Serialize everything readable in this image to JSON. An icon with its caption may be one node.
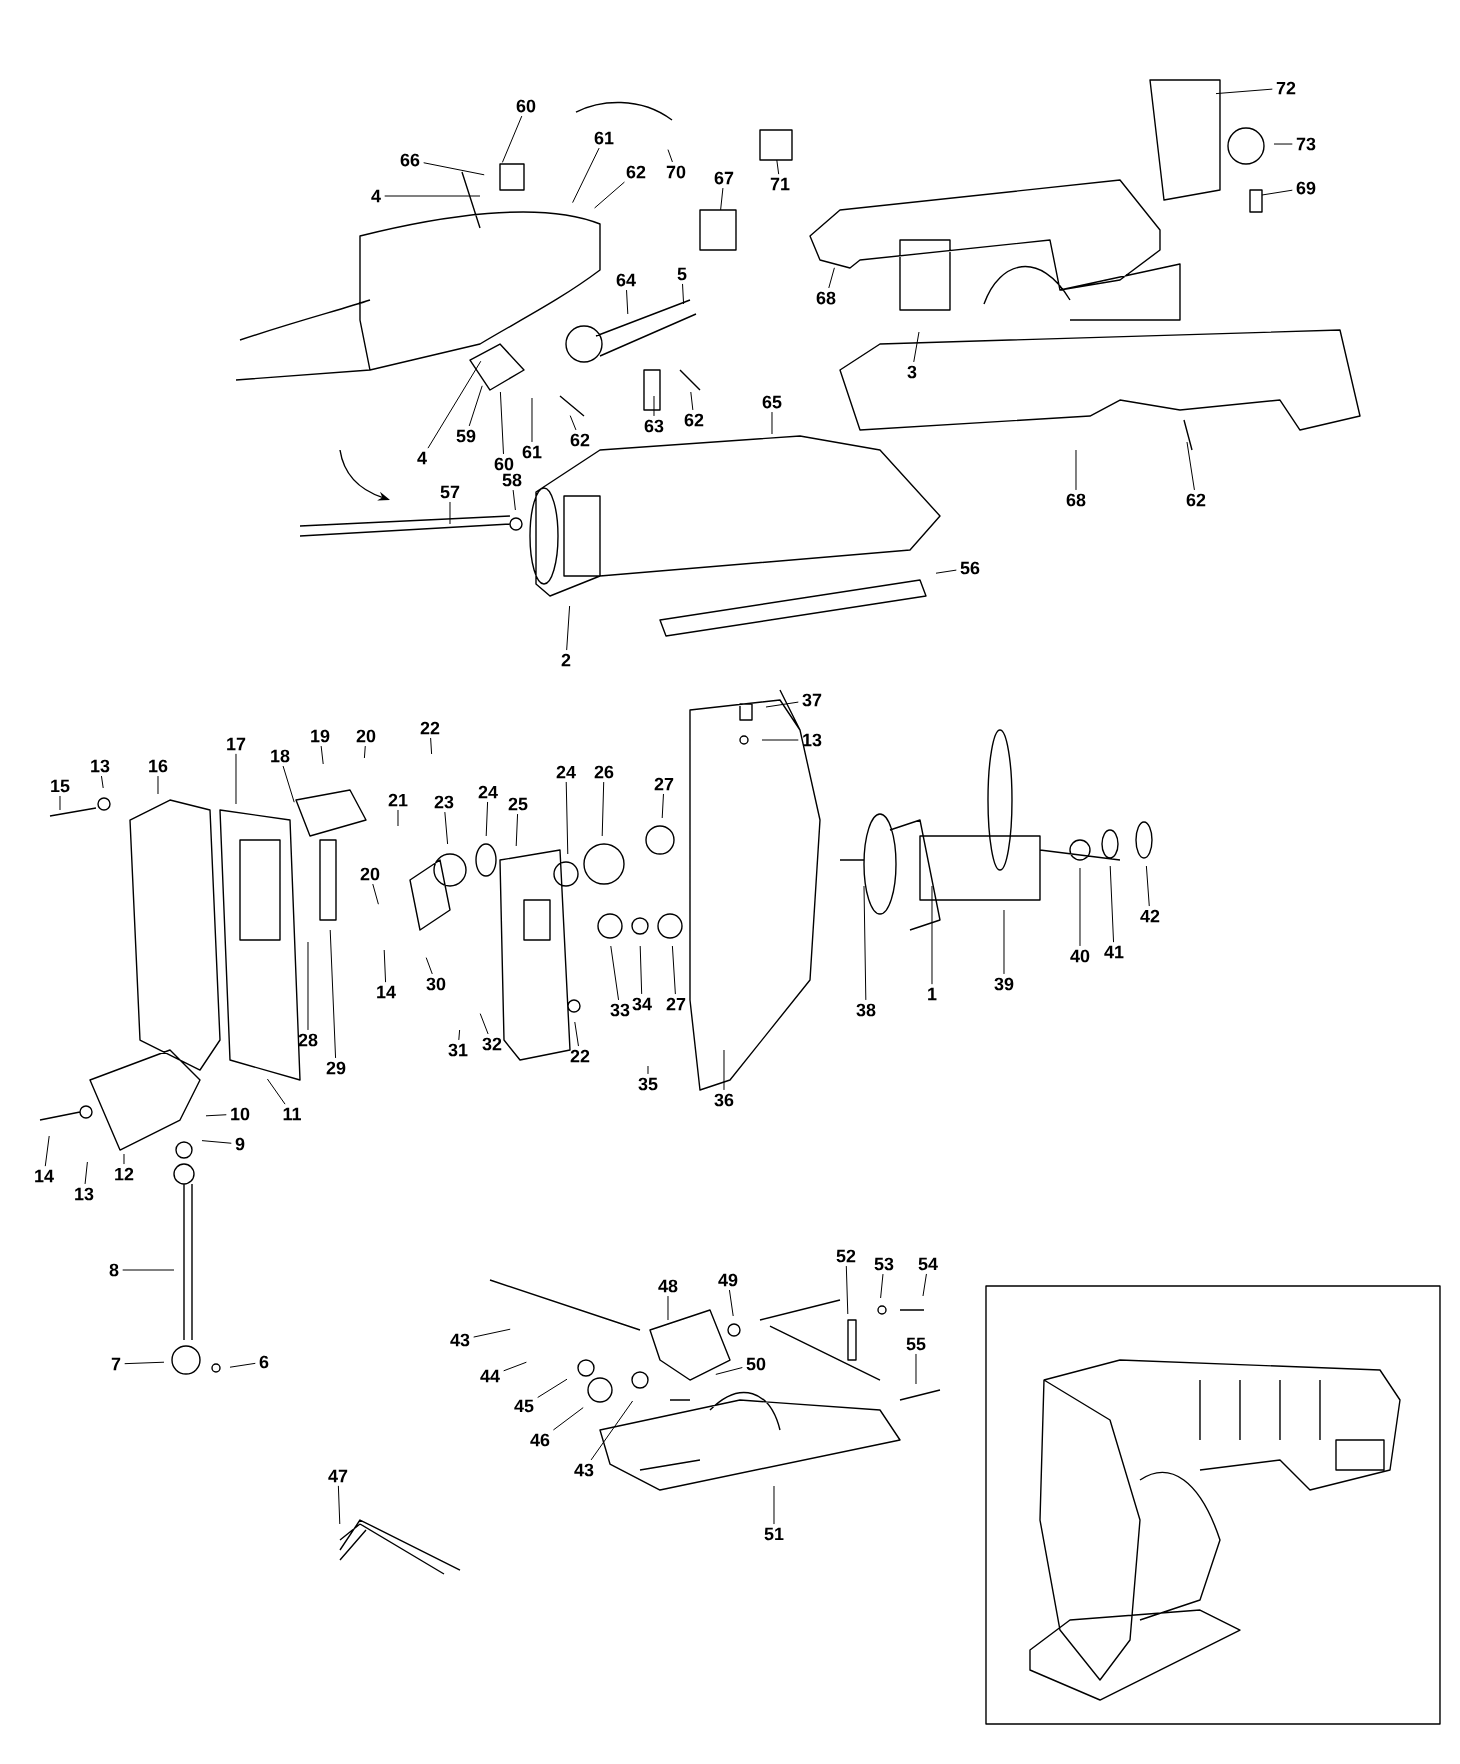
{
  "diagram": {
    "nodes": [
      {
        "text": [
          "60"
        ]
      },
      {
        "text": [
          "66"
        ]
      },
      {
        "text": [
          "4"
        ]
      },
      {
        "text": [
          "61"
        ]
      },
      {
        "text": [
          "62"
        ]
      },
      {
        "text": [
          "70"
        ]
      },
      {
        "text": [
          "67"
        ]
      },
      {
        "text": [
          "71"
        ]
      },
      {
        "text": [
          "68"
        ]
      },
      {
        "text": [
          "64"
        ]
      },
      {
        "text": [
          "5"
        ]
      },
      {
        "text": [
          "3"
        ]
      },
      {
        "text": [
          "72"
        ]
      },
      {
        "text": [
          "73"
        ]
      },
      {
        "text": [
          "69"
        ]
      },
      {
        "text": [
          "4"
        ]
      },
      {
        "text": [
          "59"
        ]
      },
      {
        "text": [
          "60"
        ]
      },
      {
        "text": [
          "61"
        ]
      },
      {
        "text": [
          "62"
        ]
      },
      {
        "text": [
          "63"
        ]
      },
      {
        "text": [
          "62"
        ]
      },
      {
        "text": [
          "65"
        ]
      },
      {
        "text": [
          "57"
        ]
      },
      {
        "text": [
          "58"
        ]
      },
      {
        "text": [
          "2"
        ]
      },
      {
        "text": [
          "56"
        ]
      },
      {
        "text": [
          "68"
        ]
      },
      {
        "text": [
          "62"
        ]
      },
      {
        "text": [
          "15"
        ]
      },
      {
        "text": [
          "13"
        ]
      },
      {
        "text": [
          "16"
        ]
      },
      {
        "text": [
          "17"
        ]
      },
      {
        "text": [
          "18"
        ]
      },
      {
        "text": [
          "19"
        ]
      },
      {
        "text": [
          "20"
        ]
      },
      {
        "text": [
          "21"
        ]
      },
      {
        "text": [
          "22"
        ]
      },
      {
        "text": [
          "23"
        ]
      },
      {
        "text": [
          "24"
        ]
      },
      {
        "text": [
          "25"
        ]
      },
      {
        "text": [
          "24"
        ]
      },
      {
        "text": [
          "26"
        ]
      },
      {
        "text": [
          "27"
        ]
      },
      {
        "text": [
          "37"
        ]
      },
      {
        "text": [
          "13"
        ]
      },
      {
        "text": [
          "20"
        ]
      },
      {
        "text": [
          "14"
        ]
      },
      {
        "text": [
          "30"
        ]
      },
      {
        "text": [
          "28"
        ]
      },
      {
        "text": [
          "29"
        ]
      },
      {
        "text": [
          "31"
        ]
      },
      {
        "text": [
          "32"
        ]
      },
      {
        "text": [
          "22"
        ]
      },
      {
        "text": [
          "33"
        ]
      },
      {
        "text": [
          "34"
        ]
      },
      {
        "text": [
          "27"
        ]
      },
      {
        "text": [
          "35"
        ]
      },
      {
        "text": [
          "36"
        ]
      },
      {
        "text": [
          "38"
        ]
      },
      {
        "text": [
          "1"
        ]
      },
      {
        "text": [
          "39"
        ]
      },
      {
        "text": [
          "40"
        ]
      },
      {
        "text": [
          "41"
        ]
      },
      {
        "text": [
          "42"
        ]
      },
      {
        "text": [
          "10"
        ]
      },
      {
        "text": [
          "11"
        ]
      },
      {
        "text": [
          "9"
        ]
      },
      {
        "text": [
          "14"
        ]
      },
      {
        "text": [
          "13"
        ]
      },
      {
        "text": [
          "12"
        ]
      },
      {
        "text": [
          "8"
        ]
      },
      {
        "text": [
          "7"
        ]
      },
      {
        "text": [
          "6"
        ]
      },
      {
        "text": [
          "43"
        ]
      },
      {
        "text": [
          "44"
        ]
      },
      {
        "text": [
          "45"
        ]
      },
      {
        "text": [
          "46"
        ]
      },
      {
        "text": [
          "43"
        ]
      },
      {
        "text": [
          "48"
        ]
      },
      {
        "text": [
          "49"
        ]
      },
      {
        "text": [
          "50"
        ]
      },
      {
        "text": [
          "52"
        ]
      },
      {
        "text": [
          "53"
        ]
      },
      {
        "text": [
          "54"
        ]
      },
      {
        "text": [
          "55"
        ]
      },
      {
        "text": [
          "51"
        ]
      },
      {
        "text": [
          "47"
        ]
      }
    ],
    "edges": [
      {
        "from": 0,
        "to": null,
        "arrow": "none"
      },
      {
        "from": 1,
        "to": null,
        "arrow": "none"
      },
      {
        "from": 2,
        "to": null,
        "arrow": "none"
      },
      {
        "from": 3,
        "to": null,
        "arrow": "none"
      },
      {
        "from": 4,
        "to": null,
        "arrow": "none"
      },
      {
        "from": 5,
        "to": null,
        "arrow": "none"
      },
      {
        "from": 6,
        "to": null,
        "arrow": "none"
      },
      {
        "from": 7,
        "to": null,
        "arrow": "none"
      },
      {
        "from": 8,
        "to": null,
        "arrow": "none"
      },
      {
        "from": 9,
        "to": null,
        "arrow": "none"
      },
      {
        "from": 10,
        "to": null,
        "arrow": "none"
      },
      {
        "from": 11,
        "to": null,
        "arrow": "none"
      },
      {
        "from": 12,
        "to": null,
        "arrow": "none"
      },
      {
        "from": 13,
        "to": null,
        "arrow": "none"
      },
      {
        "from": 14,
        "to": null,
        "arrow": "none"
      },
      {
        "from": 15,
        "to": null,
        "arrow": "none"
      },
      {
        "from": 16,
        "to": null,
        "arrow": "none"
      },
      {
        "from": 17,
        "to": null,
        "arrow": "none"
      },
      {
        "from": 18,
        "to": null,
        "arrow": "none"
      },
      {
        "from": 19,
        "to": null,
        "arrow": "none"
      },
      {
        "from": 20,
        "to": null,
        "arrow": "none"
      },
      {
        "from": 21,
        "to": null,
        "arrow": "none"
      },
      {
        "from": 22,
        "to": null,
        "arrow": "none"
      },
      {
        "from": 23,
        "to": null,
        "arrow": "none"
      },
      {
        "from": 24,
        "to": null,
        "arrow": "none"
      },
      {
        "from": 25,
        "to": null,
        "arrow": "none"
      },
      {
        "from": 26,
        "to": null,
        "arrow": "none"
      },
      {
        "from": 27,
        "to": null,
        "arrow": "none"
      },
      {
        "from": 28,
        "to": null,
        "arrow": "none"
      },
      {
        "from": 29,
        "to": null,
        "arrow": "none"
      },
      {
        "from": 30,
        "to": null,
        "arrow": "none"
      },
      {
        "from": 31,
        "to": null,
        "arrow": "none"
      },
      {
        "from": 32,
        "to": null,
        "arrow": "none"
      },
      {
        "from": 33,
        "to": null,
        "arrow": "none"
      },
      {
        "from": 34,
        "to": null,
        "arrow": "none"
      },
      {
        "from": 35,
        "to": null,
        "arrow": "none"
      },
      {
        "from": 36,
        "to": null,
        "arrow": "none"
      },
      {
        "from": 37,
        "to": null,
        "arrow": "none"
      },
      {
        "from": 38,
        "to": null,
        "arrow": "none"
      },
      {
        "from": 39,
        "to": null,
        "arrow": "none"
      },
      {
        "from": 40,
        "to": null,
        "arrow": "none"
      },
      {
        "from": 41,
        "to": null,
        "arrow": "none"
      },
      {
        "from": 42,
        "to": null,
        "arrow": "none"
      },
      {
        "from": 43,
        "to": null,
        "arrow": "none"
      },
      {
        "from": 44,
        "to": null,
        "arrow": "none"
      },
      {
        "from": 45,
        "to": null,
        "arrow": "none"
      },
      {
        "from": 46,
        "to": null,
        "arrow": "none"
      },
      {
        "from": 47,
        "to": null,
        "arrow": "none"
      },
      {
        "from": 48,
        "to": null,
        "arrow": "none"
      },
      {
        "from": 49,
        "to": null,
        "arrow": "none"
      },
      {
        "from": 50,
        "to": null,
        "arrow": "none"
      },
      {
        "from": 51,
        "to": null,
        "arrow": "none"
      },
      {
        "from": 52,
        "to": null,
        "arrow": "none"
      },
      {
        "from": 53,
        "to": null,
        "arrow": "none"
      },
      {
        "from": 54,
        "to": null,
        "arrow": "none"
      },
      {
        "from": 55,
        "to": null,
        "arrow": "none"
      },
      {
        "from": 56,
        "to": null,
        "arrow": "none"
      },
      {
        "from": 57,
        "to": null,
        "arrow": "none"
      },
      {
        "from": 58,
        "to": null,
        "arrow": "none"
      },
      {
        "from": 59,
        "to": null,
        "arrow": "none"
      },
      {
        "from": 60,
        "to": null,
        "arrow": "none"
      },
      {
        "from": 61,
        "to": null,
        "arrow": "none"
      },
      {
        "from": 62,
        "to": null,
        "arrow": "none"
      },
      {
        "from": 63,
        "to": null,
        "arrow": "none"
      },
      {
        "from": 64,
        "to": null,
        "arrow": "none"
      },
      {
        "from": 65,
        "to": null,
        "arrow": "none"
      },
      {
        "from": 66,
        "to": null,
        "arrow": "none"
      },
      {
        "from": 67,
        "to": null,
        "arrow": "none"
      },
      {
        "from": 68,
        "to": null,
        "arrow": "none"
      },
      {
        "from": 69,
        "to": null,
        "arrow": "none"
      },
      {
        "from": 70,
        "to": null,
        "arrow": "none"
      },
      {
        "from": 71,
        "to": null,
        "arrow": "none"
      },
      {
        "from": 72,
        "to": null,
        "arrow": "none"
      },
      {
        "from": 73,
        "to": null,
        "arrow": "none"
      },
      {
        "from": 74,
        "to": null,
        "arrow": "none"
      },
      {
        "from": 75,
        "to": null,
        "arrow": "none"
      },
      {
        "from": 76,
        "to": null,
        "arrow": "none"
      },
      {
        "from": 77,
        "to": null,
        "arrow": "none"
      },
      {
        "from": 78,
        "to": null,
        "arrow": "none"
      },
      {
        "from": 79,
        "to": null,
        "arrow": "none"
      },
      {
        "from": 80,
        "to": null,
        "arrow": "none"
      },
      {
        "from": 81,
        "to": null,
        "arrow": "none"
      },
      {
        "from": 82,
        "to": null,
        "arrow": "none"
      },
      {
        "from": 83,
        "to": null,
        "arrow": "none"
      },
      {
        "from": 84,
        "to": null,
        "arrow": "none"
      },
      {
        "from": 85,
        "to": null,
        "arrow": "none"
      },
      {
        "from": 86,
        "to": null,
        "arrow": "none"
      },
      {
        "from": 87,
        "to": null,
        "arrow": "none"
      }
    ]
  }
}
